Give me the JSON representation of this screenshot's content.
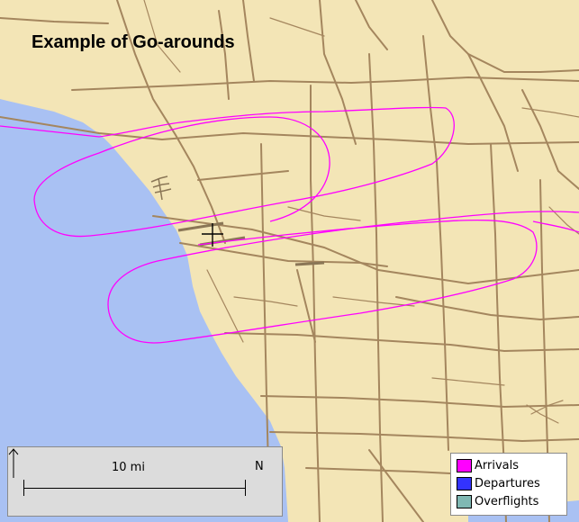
{
  "title": "Example of Go-arounds",
  "scale": {
    "label": "10 mi",
    "north_label": "N"
  },
  "legend": [
    {
      "label": "Arrivals",
      "color": "#ff00ff"
    },
    {
      "label": "Departures",
      "color": "#3333ff"
    },
    {
      "label": "Overflights",
      "color": "#7fb8b3"
    }
  ],
  "colors": {
    "land": "#f3e5b6",
    "water": "#a9c1f3",
    "road": "#a4865e",
    "flight_track": "#ff00ff"
  },
  "icons": {
    "north_arrow": "north-arrow-icon",
    "airport": "airport-crosshair-icon"
  }
}
